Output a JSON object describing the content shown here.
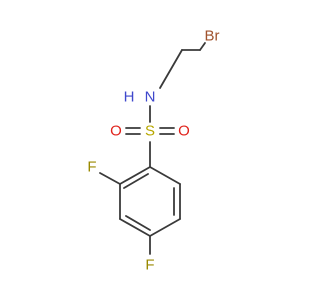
{
  "molecule": {
    "atoms": {
      "bromine": {
        "symbol": "Br",
        "color": "#a0522d"
      },
      "nitrogen": {
        "symbol": "N",
        "color": "#3f48cc"
      },
      "hydrogen": {
        "symbol": "H",
        "color": "#3f48cc"
      },
      "sulfur": {
        "symbol": "S",
        "color": "#b8a800"
      },
      "oxygen_left": {
        "symbol": "O",
        "color": "#e0231c"
      },
      "oxygen_right": {
        "symbol": "O",
        "color": "#e0231c"
      },
      "fluorine_ortho": {
        "symbol": "F",
        "color": "#9a8a00"
      },
      "fluorine_para": {
        "symbol": "F",
        "color": "#9a8a00"
      }
    },
    "bond_color": "#3a3a3a"
  }
}
